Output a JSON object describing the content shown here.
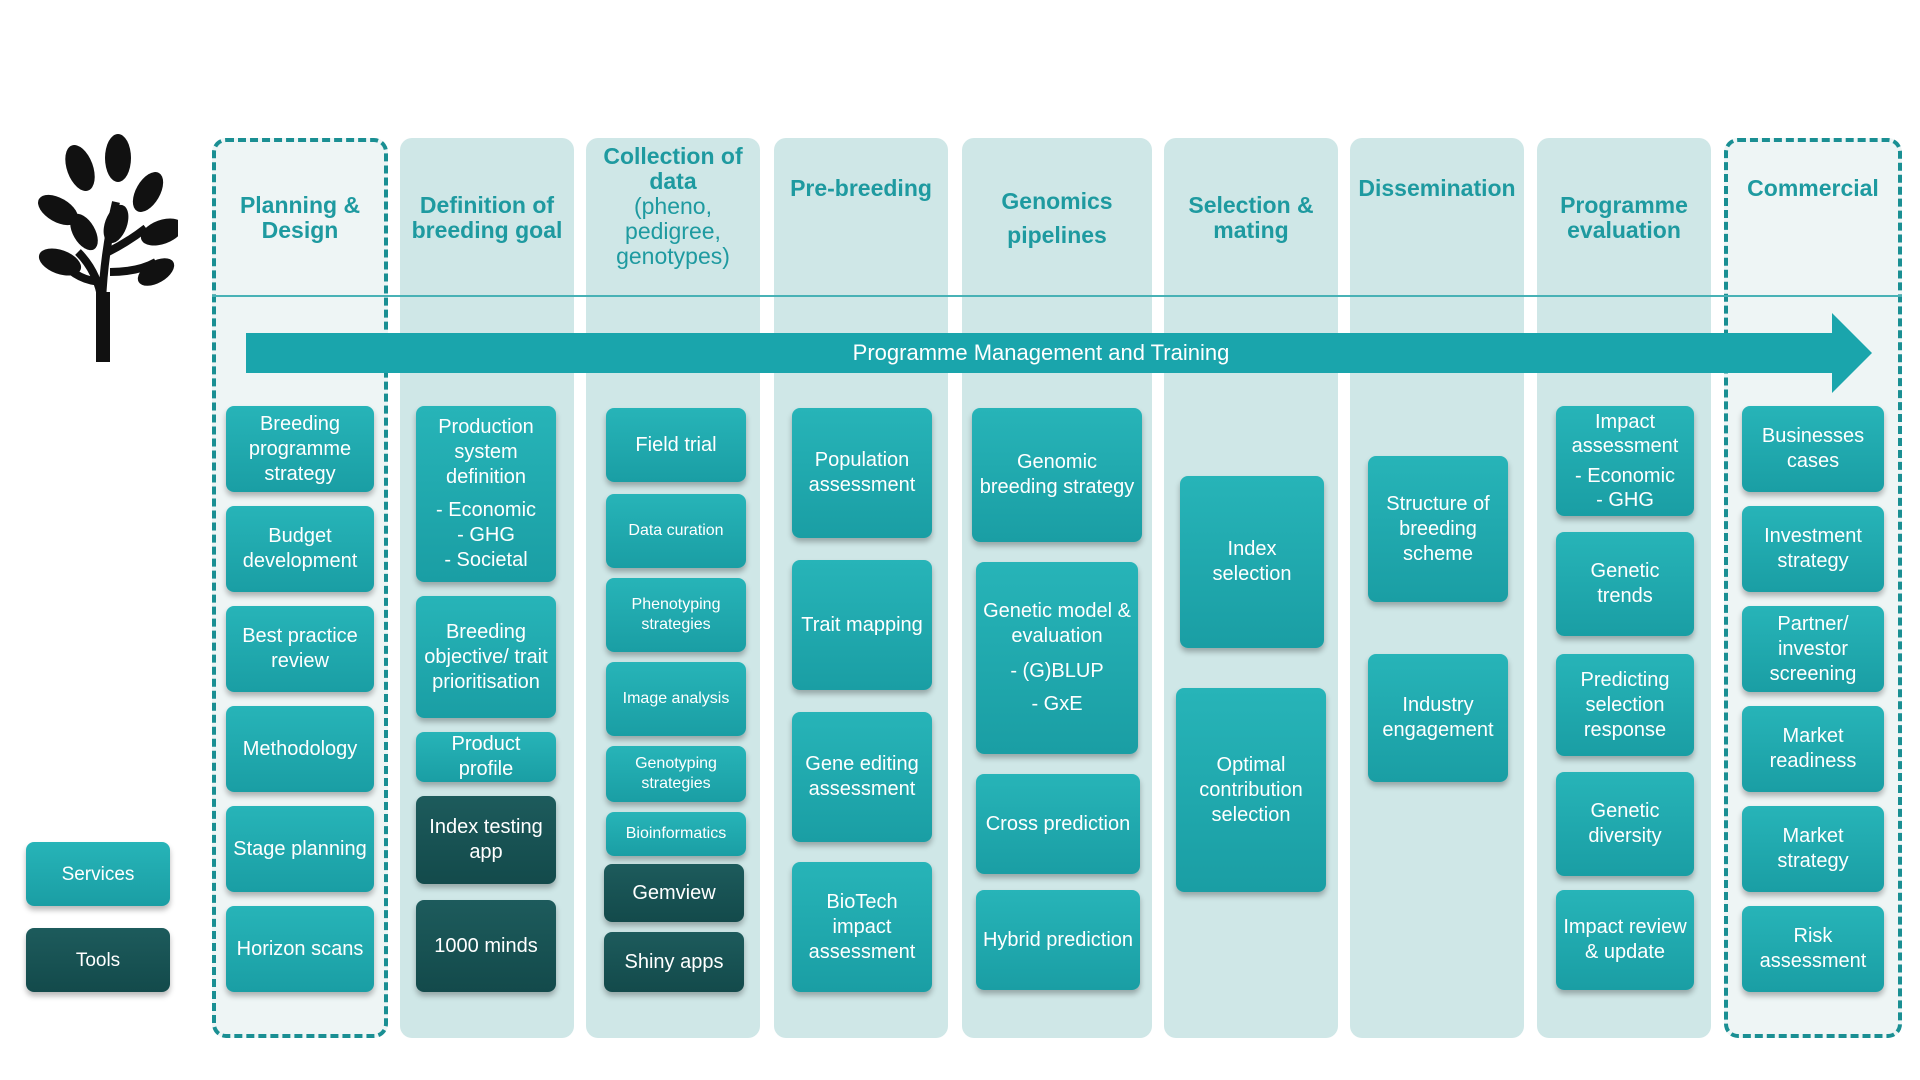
{
  "legend": {
    "services": "Services",
    "tools": "Tools"
  },
  "arrow_label": "Programme Management and Training",
  "columns": {
    "planning": {
      "title": "Planning & Design",
      "items": [
        "Breeding programme strategy",
        "Budget development",
        "Best practice review",
        "Methodology",
        "Stage planning",
        "Horizon scans"
      ]
    },
    "definition": {
      "title": "Definition of breeding goal",
      "items": [
        "Production system definition",
        "- Economic",
        "- GHG",
        "- Societal",
        "Breeding objective/ trait prioritisation",
        "Product profile",
        "Index testing app",
        "1000 minds"
      ]
    },
    "collection": {
      "title": "Collection of data",
      "subtitle": "(pheno, pedigree, genotypes)",
      "items": [
        "Field trial",
        "Data curation",
        "Phenotyping strategies",
        "Image analysis",
        "Genotyping strategies",
        "Bioinformatics",
        "Gemview",
        "Shiny apps"
      ]
    },
    "prebreeding": {
      "title": "Pre-breeding",
      "items": [
        "Population assessment",
        "Trait mapping",
        "Gene editing assessment",
        "BioTech impact assessment"
      ]
    },
    "genomics": {
      "title": "Genomics pipelines",
      "items": [
        "Genomic breeding strategy",
        "Genetic model & evaluation",
        "- (G)BLUP",
        "- GxE",
        "Cross prediction",
        "Hybrid prediction"
      ]
    },
    "selection": {
      "title": "Selection & mating",
      "items": [
        "Index selection",
        "Optimal contribution selection"
      ]
    },
    "dissemination": {
      "title": "Dissemination",
      "items": [
        "Structure of breeding scheme",
        "Industry engagement"
      ]
    },
    "evaluation": {
      "title": "Programme evaluation",
      "items": [
        "Impact assessment",
        "- Economic",
        "- GHG",
        "Genetic trends",
        "Predicting selection response",
        "Genetic diversity",
        "Impact review & update"
      ]
    },
    "commercial": {
      "title": "Commercial",
      "items": [
        "Businesses cases",
        "Investment strategy",
        "Partner/ investor screening",
        "Market readiness",
        "Market strategy",
        "Risk assessment"
      ]
    }
  },
  "colors": {
    "services": "#1aa5ac",
    "tools": "#134a4b",
    "column_bg": "#cfe7e7",
    "heading": "#1e9aa0"
  },
  "icon": "tree-icon"
}
